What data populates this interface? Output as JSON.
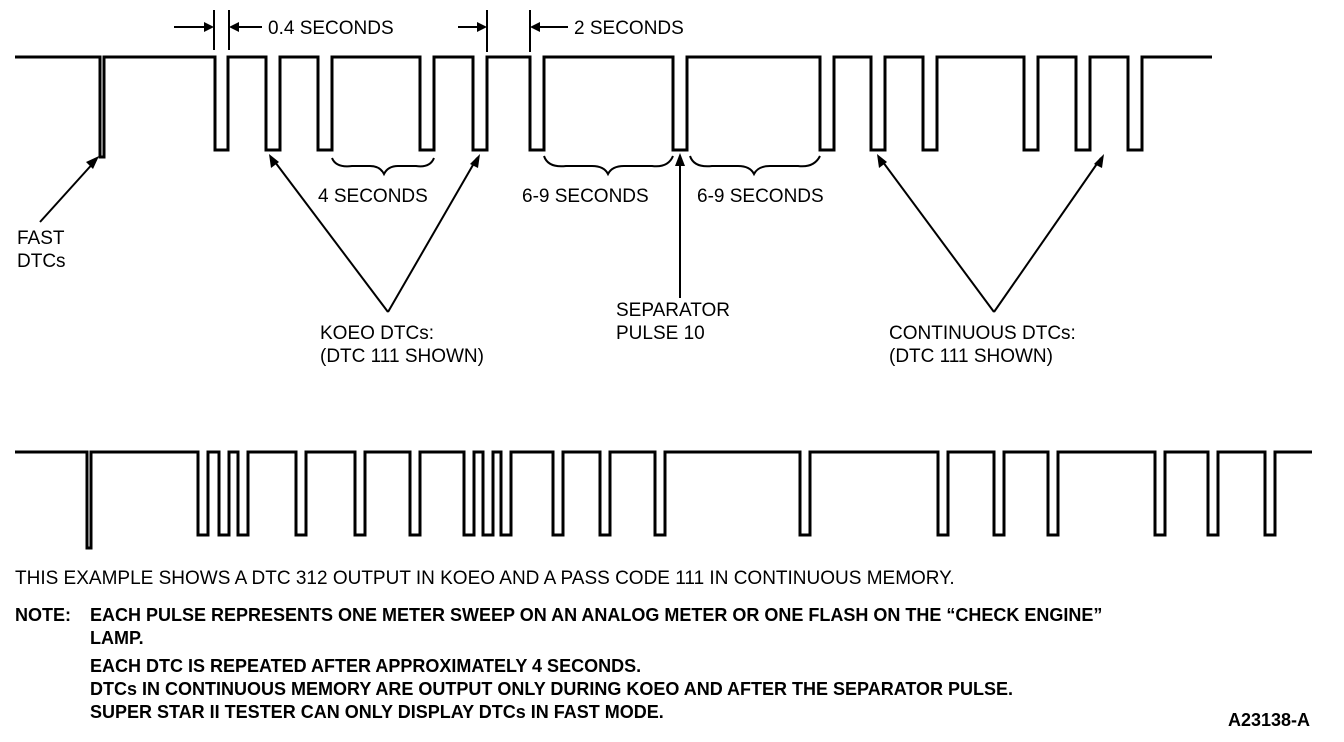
{
  "top_diagram": {
    "timing_left": "0.4 SECONDS",
    "timing_right": "2 SECONDS",
    "span_4s": "4 SECONDS",
    "span_69_left": "6-9 SECONDS",
    "span_69_right": "6-9 SECONDS",
    "fast_line1": "FAST",
    "fast_line2": "DTCs",
    "koeo_line1": "KOEO DTCs:",
    "koeo_line2": "(DTC 111 SHOWN)",
    "sep_line1": "SEPARATOR",
    "sep_line2": "PULSE 10",
    "cont_line1": "CONTINUOUS DTCs:",
    "cont_line2": "(DTC 111 SHOWN)"
  },
  "caption": "THIS EXAMPLE SHOWS A DTC 312 OUTPUT IN KOEO AND A PASS CODE 111 IN CONTINUOUS MEMORY.",
  "note": {
    "label": "NOTE:",
    "line1": "EACH PULSE REPRESENTS ONE METER SWEEP ON AN ANALOG METER OR ONE FLASH ON THE “CHECK ENGINE”",
    "line1b": "LAMP.",
    "line2": "EACH DTC IS REPEATED AFTER APPROXIMATELY 4 SECONDS.",
    "line3": "DTCs IN CONTINUOUS MEMORY ARE OUTPUT ONLY DURING KOEO AND AFTER THE SEPARATOR PULSE.",
    "line4": "SUPER STAR II TESTER CAN ONLY DISPLAY DTCs IN FAST MODE."
  },
  "figure_id": "A23138-A"
}
